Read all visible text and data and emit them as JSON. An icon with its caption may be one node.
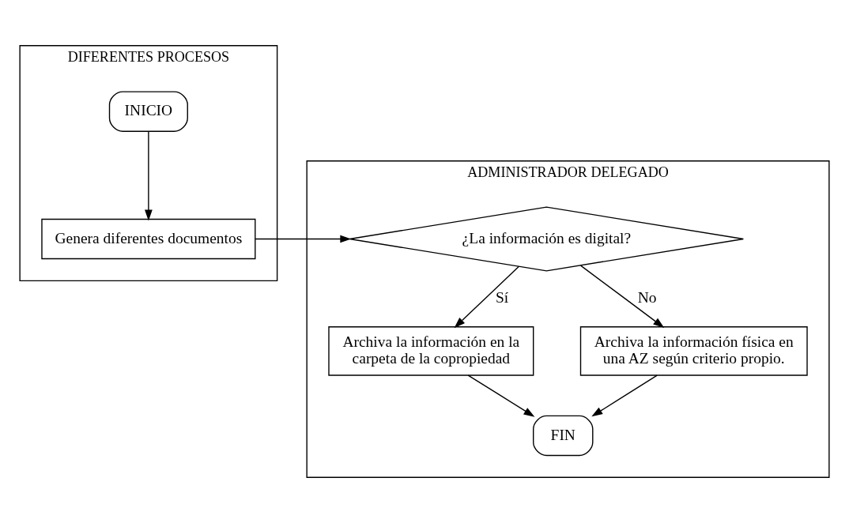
{
  "diagram": {
    "nodes": [
      {
        "text": [
          "DIFERENTES PROCESOS"
        ]
      },
      {
        "text": [
          "INICIO"
        ],
        "in": 0
      },
      {
        "text": [
          "Genera diferentes documentos"
        ],
        "in": 0
      },
      {
        "text": [
          "ADMINISTRADOR DELEGADO"
        ]
      },
      {
        "text": [
          "¿La información es digital?"
        ],
        "in": 3
      },
      {
        "text": [
          "Archiva la información en la carpeta de la copropiedad"
        ],
        "in": 3
      },
      {
        "text": [
          "Archiva la información física en una AZ según criterio propio."
        ],
        "in": 3
      },
      {
        "text": [
          "FIN"
        ],
        "in": 3
      }
    ],
    "edges": [
      {
        "from": 1,
        "to": 2,
        "arrow": "to"
      },
      {
        "from": 2,
        "to": 4,
        "arrow": "to"
      },
      {
        "from": 4,
        "to": 5,
        "arrow": "to",
        "label": "Sí"
      },
      {
        "from": 4,
        "to": 6,
        "arrow": "to",
        "label": "No"
      },
      {
        "from": 5,
        "to": 7,
        "arrow": "to"
      },
      {
        "from": 6,
        "to": 7,
        "arrow": "to"
      }
    ]
  }
}
